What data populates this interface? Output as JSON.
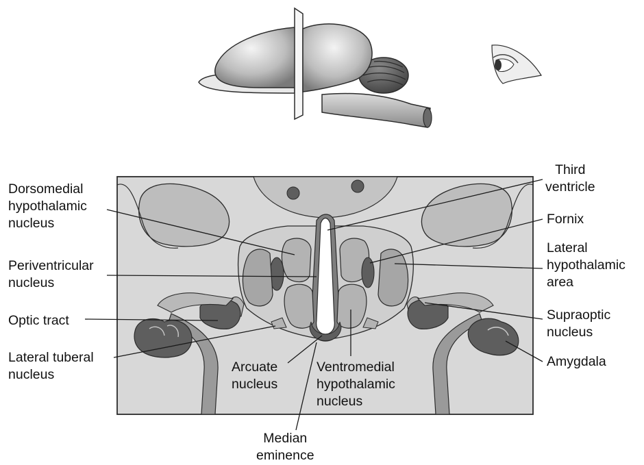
{
  "figure": {
    "labels": {
      "third_ventricle": [
        "Third",
        "ventricle"
      ],
      "dorsomedial_hypothalamic_nucleus": [
        "Dorsomedial",
        "hypothalamic",
        "nucleus"
      ],
      "fornix": [
        "Fornix"
      ],
      "lateral_hypothalamic_area": [
        "Lateral",
        "hypothalamic",
        "area"
      ],
      "periventricular_nucleus": [
        "Periventricular",
        "nucleus"
      ],
      "optic_tract": [
        "Optic tract"
      ],
      "supraoptic_nucleus": [
        "Supraoptic",
        "nucleus"
      ],
      "lateral_tuberal_nucleus": [
        "Lateral tuberal",
        "nucleus"
      ],
      "amygdala": [
        "Amygdala"
      ],
      "arcuate_nucleus": [
        "Arcuate",
        "nucleus"
      ],
      "ventromedial_hypothalamic_nucleus": [
        "Ventromedial",
        "hypothalamic",
        "nucleus"
      ],
      "median_eminence": [
        "Median",
        "eminence"
      ]
    },
    "colors": {
      "box_fill": "#d8d8d8",
      "light_structure": "#b9b9b9",
      "mid_structure": "#9a9a9a",
      "dark_structure": "#5e5e5e",
      "outline": "#2b2b2b"
    }
  }
}
